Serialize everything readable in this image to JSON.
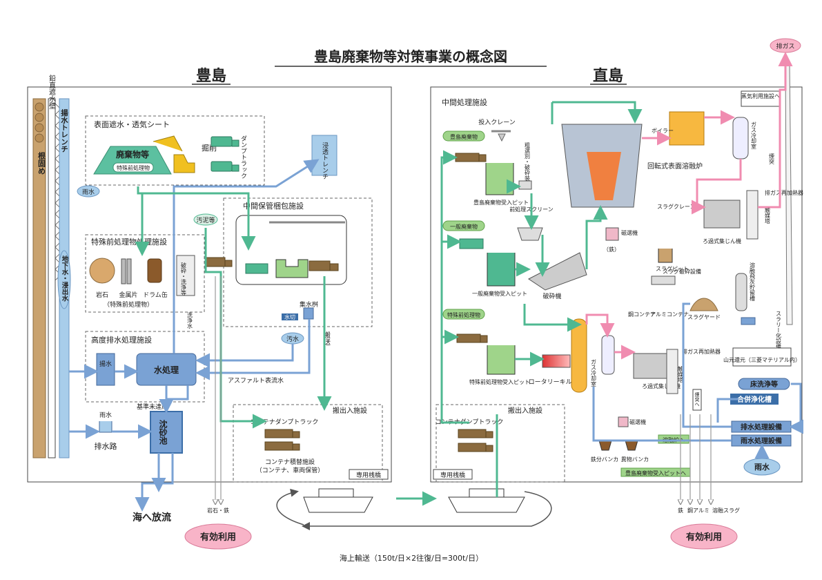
{
  "title": "豊島廃棄物等対策事業の概念図",
  "left": {
    "heading": "豊島",
    "wall": "鉛直遮水壁",
    "root": "根固め",
    "drain_trench": "揚水トレンチ",
    "groundwater": "地下水・浸出水",
    "rain": "雨水",
    "cover_sheet": "表面遮水・透気シート",
    "waste": "廃棄物等",
    "special_pre": "特殊前処理物",
    "excavation": "掘削",
    "dump_truck": "ダンプトラック",
    "infiltration_trench": "浸透トレンチ",
    "sludge": "汚泥等",
    "storage": "中間保管梱包施設",
    "special_facility": "特殊前処理物処理施設",
    "rock": "岩石",
    "metal": "金属片",
    "drum": "ドラム缶",
    "special_note": "（特殊前処理物）",
    "washing": "破砕・洗浄等",
    "washwater": "洗浄水",
    "pit": "集水桝",
    "cut": "水切",
    "dirty": "汚水",
    "transport": "搬送",
    "drain_facility": "高度排水処理施設",
    "pump": "揚水",
    "water_treat": "水処理",
    "asphalt": "アスファルト表流水",
    "standard": "基準未達成",
    "rain2": "雨水",
    "drainage": "排水路",
    "sand_pond": "沈砂池",
    "inout": "搬出入施設",
    "container_truck": "コンテナダンプトラック",
    "container_load": "コンテナ積替施設",
    "container_load2": "（コンテナ、車両保管）",
    "pier": "専用桟橋",
    "sea": "海へ放流",
    "rock_iron": "岩石・鉄",
    "effective": "有効利用"
  },
  "right": {
    "heading": "直島",
    "mid": "中間処理施設",
    "crane": "投入クレーン",
    "teshima_waste": "豊島廃棄物",
    "teshima_pit": "豊島廃棄物受入ピット",
    "crusher_label": "粗選別・破砕装置",
    "screen": "前処理スクリーン",
    "general_waste": "一般廃棄物",
    "general_pit": "一般廃棄物受入ピット",
    "crusher": "破砕機",
    "special_waste": "特殊前処理物",
    "special_pit": "特殊前処理物受入ピット",
    "kiln": "ロータリーキルン炉",
    "melting": "回転式表面溶融炉",
    "boiler": "ボイラー",
    "steam": "蒸気利用施設へ",
    "gas_cool": "ガス冷却室",
    "chimney": "煙突",
    "reheat": "排ガス再加熱器",
    "catalyst": "触媒塔",
    "bag": "ろ過式集じん機",
    "slag_crane": "スラグクレーン",
    "magnet": "磁選機",
    "iron": "（鉄）",
    "slag_pit": "スラグピット",
    "slag_crush": "スラグ破砕設備",
    "fly_ash": "溶融飛灰貯留槽",
    "slurry": "スラリー化設備",
    "steel": "鋼コンテナ",
    "alumi": "アルミコンテナ",
    "slag_yard": "スラグヤード",
    "mitsubishi": "山元還元（三菱マテリアル内）",
    "gas_cool2": "ガス冷却室",
    "bag2": "ろ過式集じん機",
    "reheat2": "排ガス再加熱器",
    "catalyst2": "触媒塔",
    "chimney2": "煙突へ",
    "magnet2": "磁選機",
    "to_melting": "溶融炉へ",
    "iron_bunker": "鉄分バンカ",
    "foreign_bunker": "異物バンカ",
    "to_teshima_pit": "豊島廃棄物受入ピットへ",
    "floor_wash": "床洗浄等",
    "purify": "合併浄化槽",
    "drain_equip": "排水処理設備",
    "rain_equip": "雨水処理設備",
    "rain": "雨水",
    "exhaust": "排ガス",
    "inout": "搬出入施設",
    "container_truck": "コンテナダンプトラック",
    "pier": "専用桟橋",
    "out_labels": [
      "鉄",
      "鋼",
      "アルミ",
      "溶融スラグ"
    ],
    "effective": "有効利用"
  },
  "sea_transport": "海上輸送（150t/日×2往復/日=300t/日）"
}
